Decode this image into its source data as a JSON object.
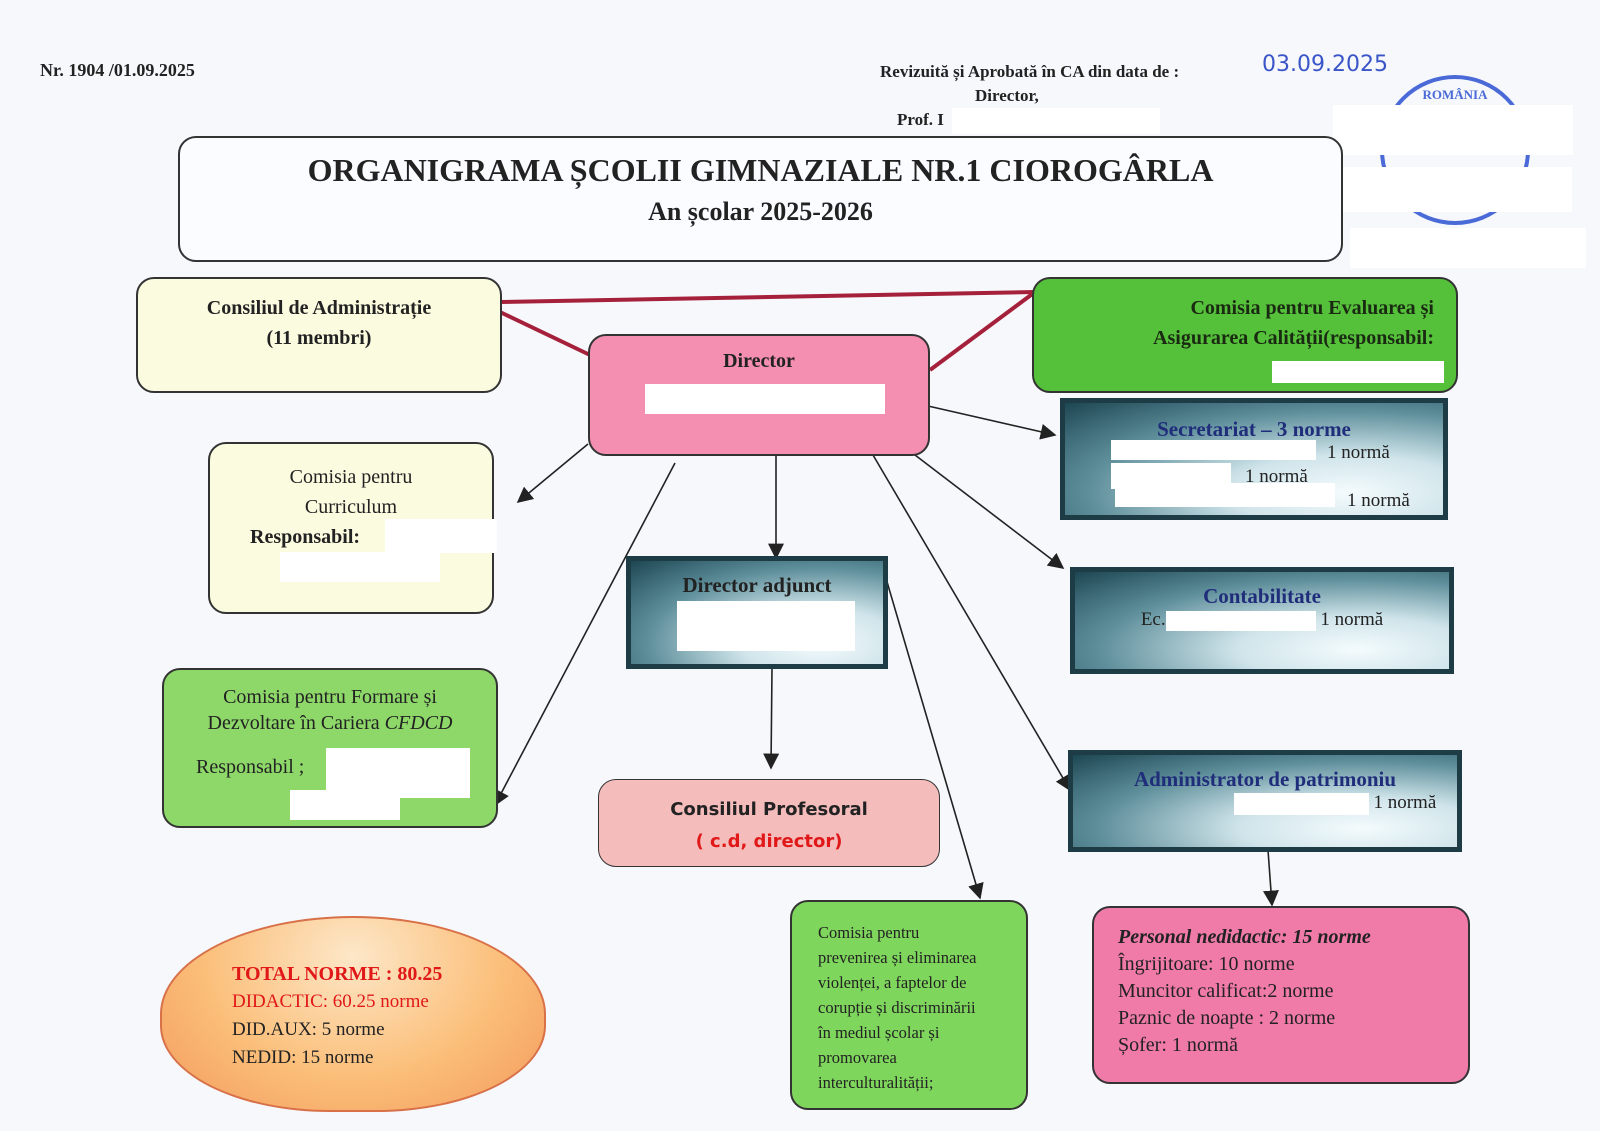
{
  "header": {
    "number": "Nr. 1904 /01.09.2025",
    "approved_label": "Revizuită și Aprobată în CA din data de :",
    "approved_date": "03.09.2025",
    "director_label": "Director,",
    "prof_label": "Prof. I",
    "stamp_text": "ROMÂNIA"
  },
  "title": {
    "main": "ORGANIGRAMA ȘCOLII GIMNAZIALE NR.1 CIOROGÂRLA",
    "sub": "An școlar  2025-2026"
  },
  "nodes": {
    "ca": {
      "line1": "Consiliul de Administrație",
      "line2": "(11 membri)"
    },
    "director": {
      "label": "Director"
    },
    "ceac": {
      "line1": "Comisia pentru Evaluarea și",
      "line2": "Asigurarea Calității(responsabil:"
    },
    "curriculum": {
      "line1": "Comisia pentru",
      "line2": "Curriculum",
      "resp": "Responsabil:"
    },
    "secretariat": {
      "title": "Secretariat – 3 norme",
      "r1": "1 normă",
      "r2": "1 normă",
      "r3": "1 normă"
    },
    "adjunct": {
      "label": "Director adjunct"
    },
    "contabilitate": {
      "title": "Contabilitate",
      "prefix": "Ec.",
      "r1": "1 normă"
    },
    "cfdcd": {
      "line1": "Comisia pentru Formare și",
      "line2": "Dezvoltare în Cariera",
      "abbr": "CFDCD",
      "resp": "Responsabil ;"
    },
    "profesoral": {
      "line1": "Consiliul Profesoral",
      "line2": "( c.d, director)"
    },
    "admin": {
      "title": "Administrator de patrimoniu",
      "r1": "1 normă"
    },
    "violenta": {
      "lines": [
        "Comisia pentru",
        "prevenirea și eliminarea",
        "violenței, a faptelor de",
        "corupție și discriminării",
        "în mediul școlar și",
        "promovarea",
        "interculturalității;"
      ]
    },
    "nedidactic": {
      "title": "Personal nedidactic: 15 norme",
      "lines": [
        "Îngrijitoare: 10 norme",
        "Muncitor calificat:2 norme",
        "Paznic de noapte : 2 norme",
        "Șofer: 1 normă"
      ]
    },
    "total": {
      "total": "TOTAL NORME :  80.25",
      "didactic": "DIDACTIC: 60.25 norme",
      "didaux": "DID.AUX: 5 norme",
      "nedid": "NEDID: 15 norme"
    }
  },
  "colors": {
    "red_line": "#a5203a",
    "pink": "#f48fb1",
    "green": "#55c03a",
    "light_green": "#8ed86a",
    "cream": "#fbfbe0"
  }
}
